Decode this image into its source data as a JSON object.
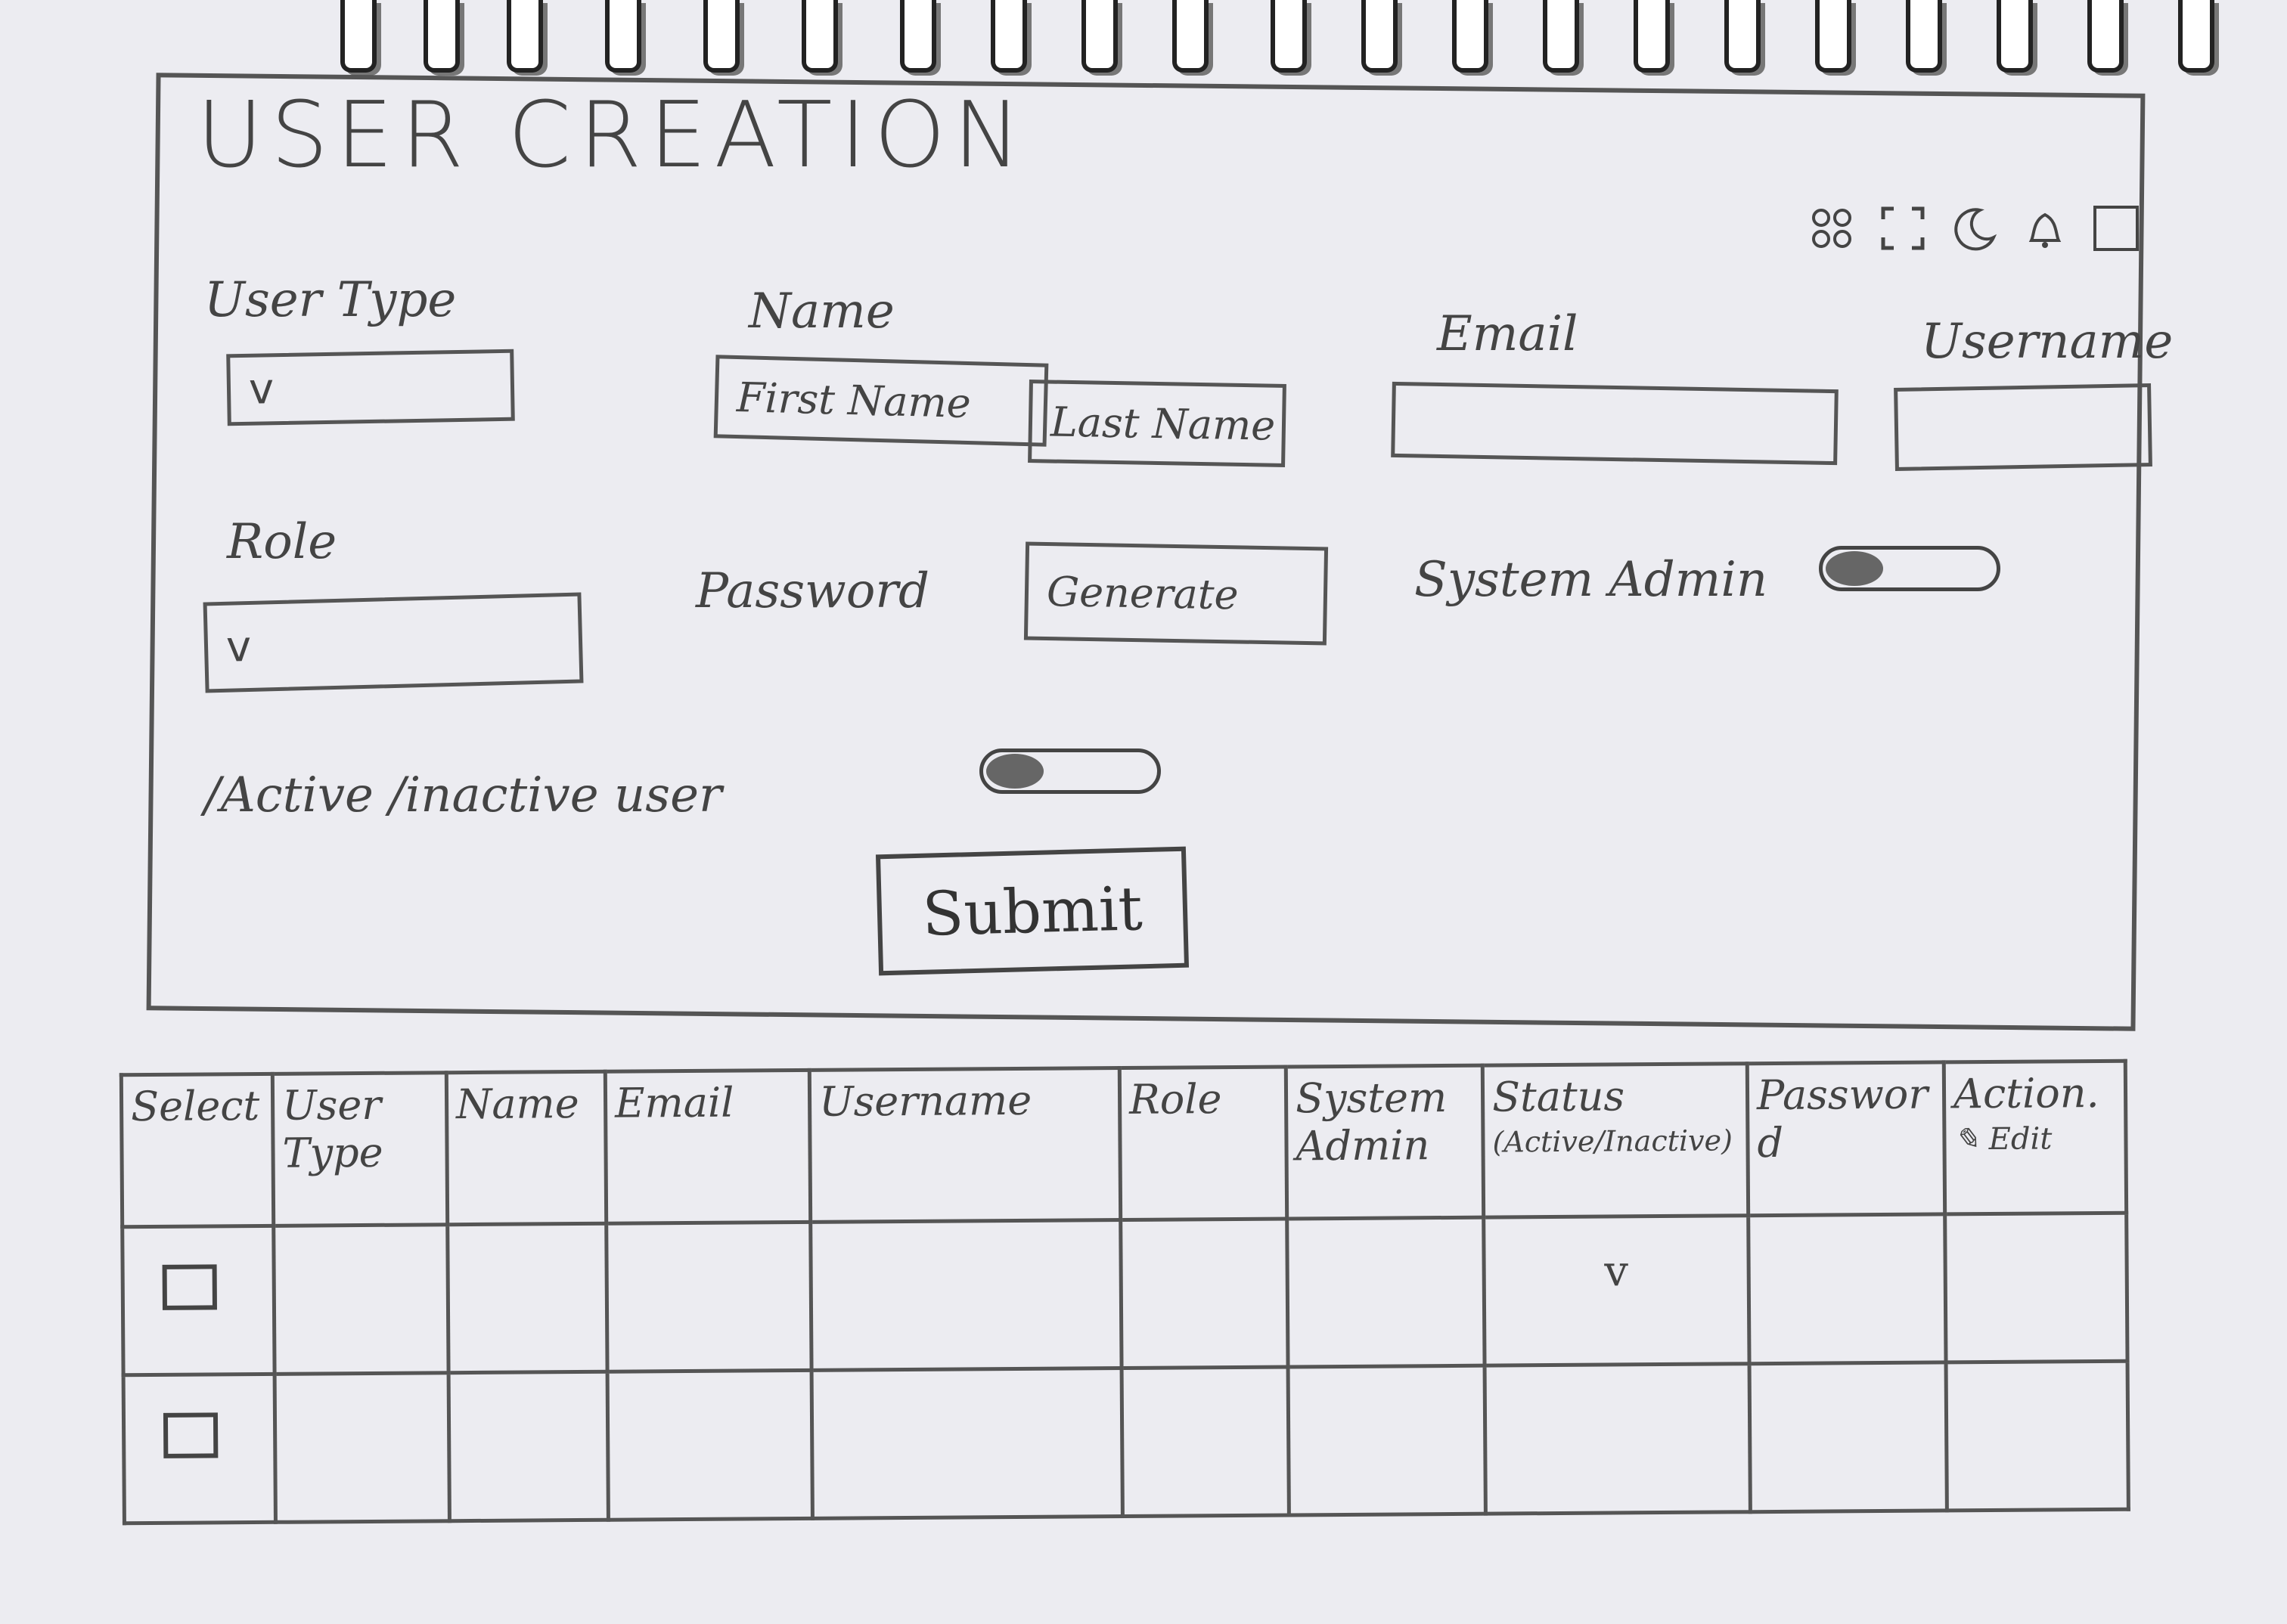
{
  "form": {
    "title": "USER CREATION",
    "toolbar": {
      "icons": [
        "apps-icon",
        "fullscreen-icon",
        "dark-mode-icon",
        "notification-icon",
        "profile-icon"
      ]
    },
    "user_type": {
      "label": "User Type",
      "value": "",
      "caret": "v"
    },
    "name": {
      "label": "Name",
      "first_placeholder": "First Name",
      "last_placeholder": "Last Name"
    },
    "email": {
      "label": "Email",
      "value": ""
    },
    "username": {
      "label": "Username",
      "value": ""
    },
    "role": {
      "label": "Role",
      "value": "",
      "caret": "v"
    },
    "password": {
      "label": "Password",
      "generate_label": "Generate"
    },
    "system_admin": {
      "label": "System Admin",
      "on": false
    },
    "active_user": {
      "label": "/Active /inactive user",
      "on": false
    },
    "submit_label": "Submit"
  },
  "table": {
    "columns": [
      {
        "label": "Select",
        "sub": ""
      },
      {
        "label": "User Type",
        "sub": ""
      },
      {
        "label": "Name",
        "sub": ""
      },
      {
        "label": "Email",
        "sub": ""
      },
      {
        "label": "Username",
        "sub": ""
      },
      {
        "label": "Role",
        "sub": ""
      },
      {
        "label": "System Admin",
        "sub": ""
      },
      {
        "label": "Status",
        "sub": "(Active/Inactive)"
      },
      {
        "label": "Password",
        "sub": ""
      },
      {
        "label": "Action.",
        "sub": "Edit"
      }
    ],
    "rows": [
      {
        "selected": false,
        "status_caret": "v"
      },
      {
        "selected": false,
        "status_caret": ""
      }
    ]
  }
}
